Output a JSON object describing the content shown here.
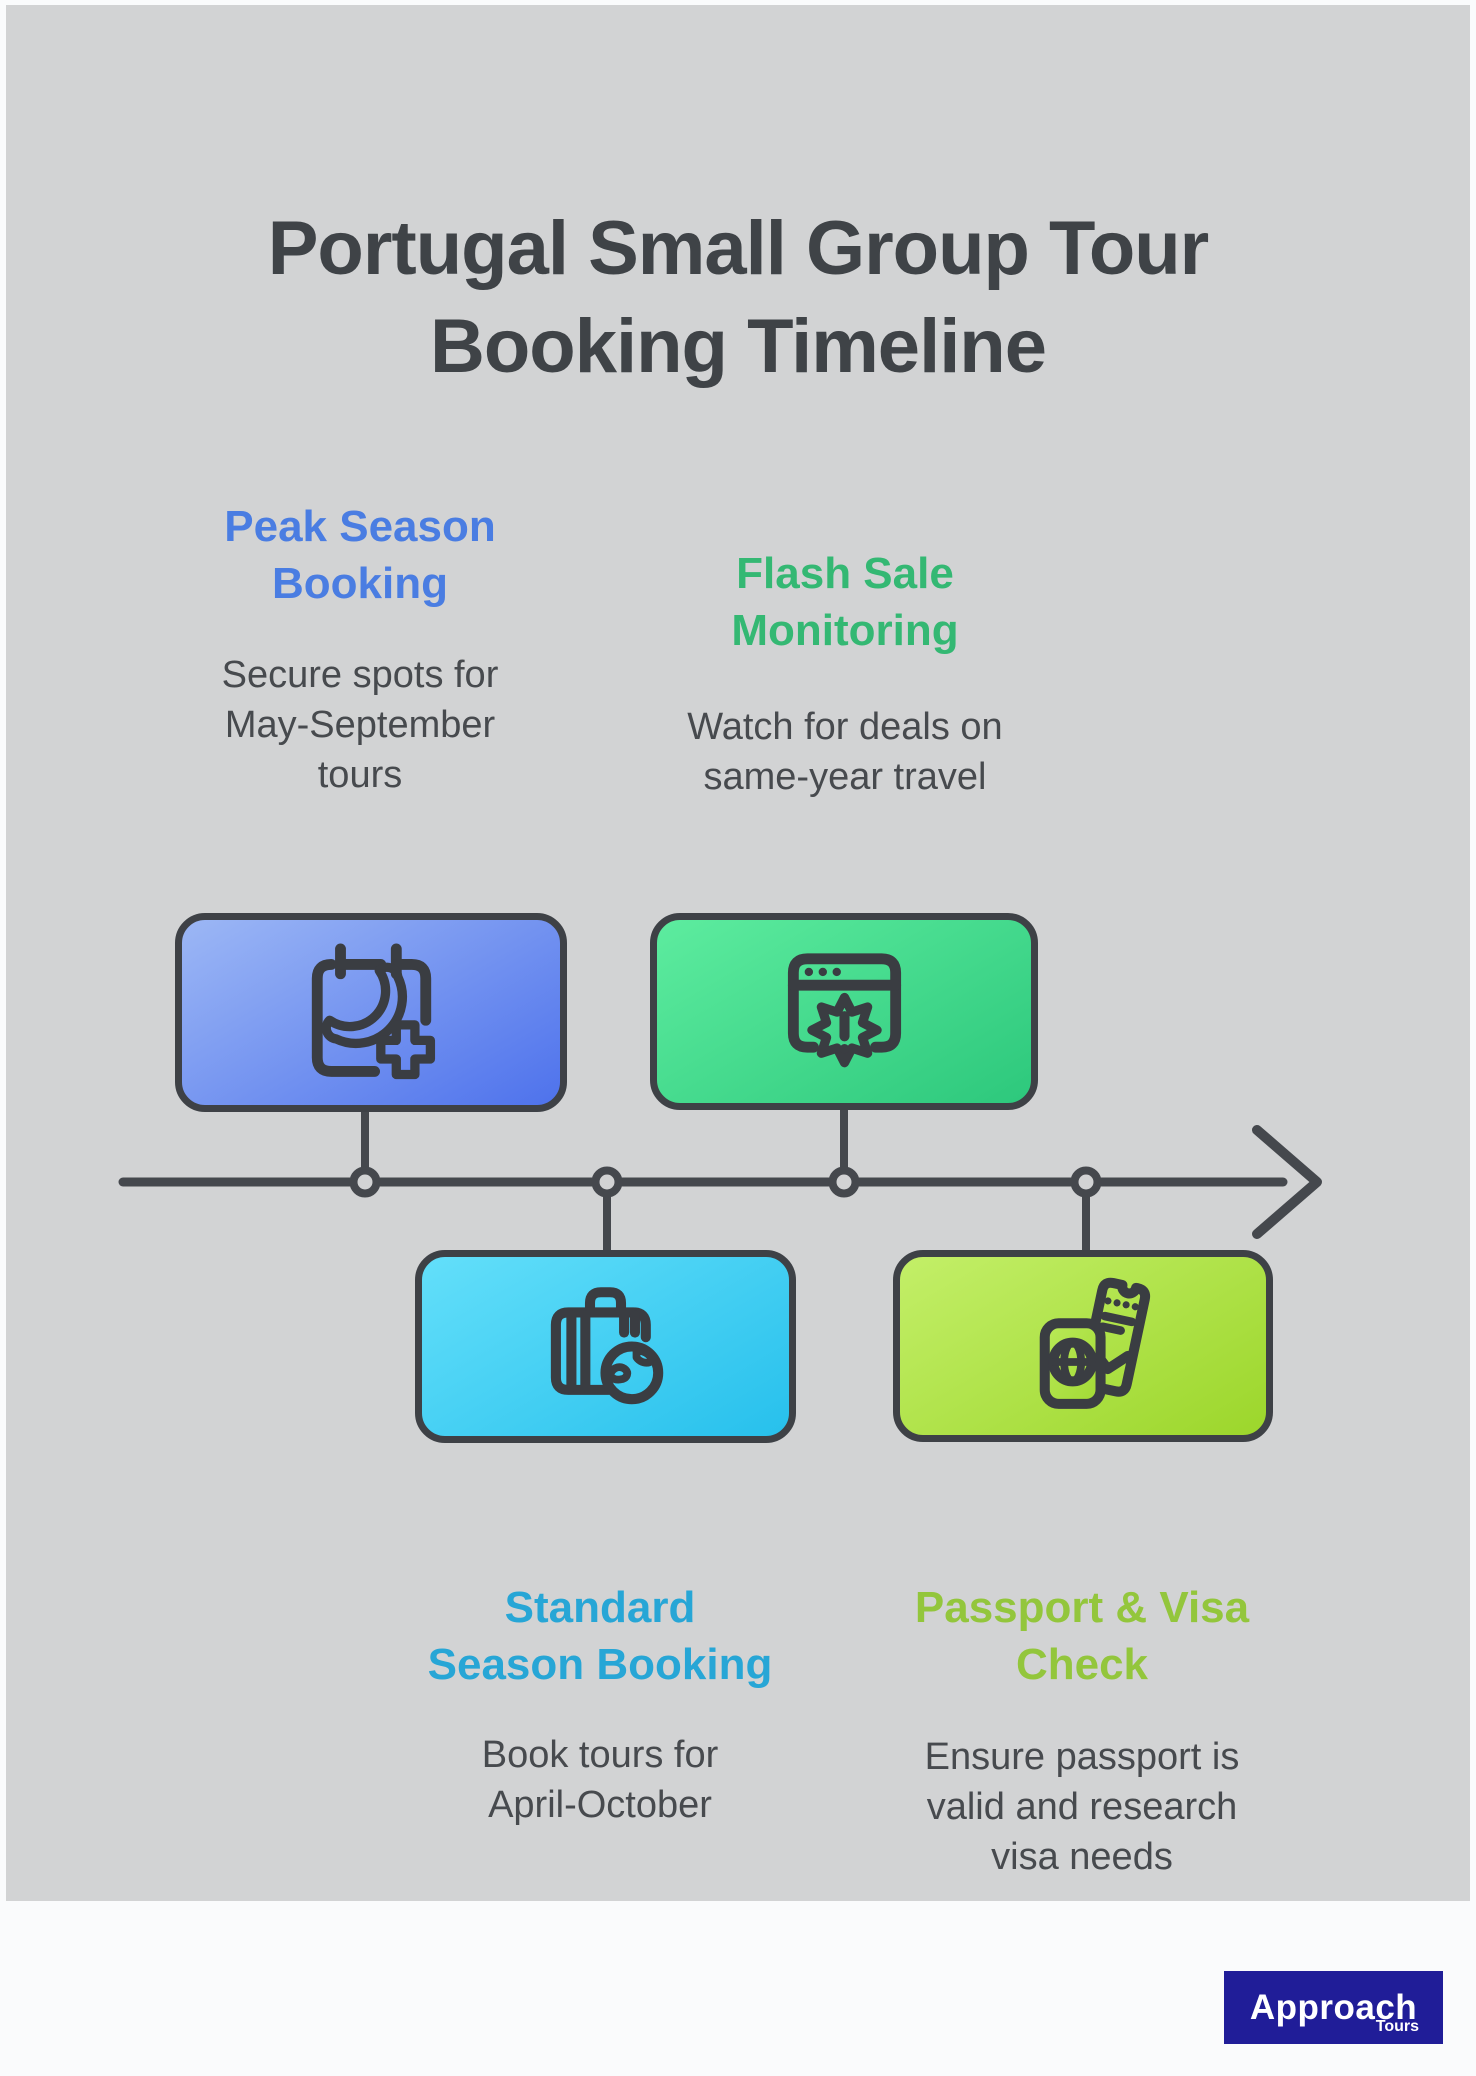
{
  "page": {
    "background": "#fafbfc",
    "canvas_color": "#d2d3d4"
  },
  "title": {
    "lines": [
      "Portugal Small Group Tour",
      "Booking Timeline"
    ],
    "color": "#3f4347"
  },
  "steps": [
    {
      "name": "peak-season-booking",
      "heading_lines": [
        "Peak Season",
        "Booking"
      ],
      "desc_lines": [
        "Secure spots for",
        "May-September",
        "tours"
      ],
      "heading_color": "#4a7de2",
      "icon": "calendar-phone-plus-icon",
      "card_gradient": [
        "#9cb7f5",
        "#4e72ec"
      ],
      "position": "above-timeline"
    },
    {
      "name": "flash-sale-monitoring",
      "heading_lines": [
        "Flash Sale",
        "Monitoring"
      ],
      "desc_lines": [
        "Watch for deals on",
        "same-year travel"
      ],
      "heading_color": "#34b873",
      "icon": "browser-alert-icon",
      "card_gradient": [
        "#5dec9f",
        "#2dc87c"
      ],
      "position": "above-timeline"
    },
    {
      "name": "standard-season-booking",
      "heading_lines": [
        "Standard",
        "Season Booking"
      ],
      "desc_lines": [
        "Book tours for",
        "April-October"
      ],
      "heading_color": "#27a6d6",
      "icon": "suitcase-globe-icon",
      "card_gradient": [
        "#63dffa",
        "#27c0ec"
      ],
      "position": "below-timeline"
    },
    {
      "name": "passport-visa-check",
      "heading_lines": [
        "Passport & Visa",
        "Check"
      ],
      "desc_lines": [
        "Ensure passport is",
        "valid and research",
        "visa needs"
      ],
      "heading_color": "#93c63c",
      "icon": "passport-ticket-icon",
      "card_gradient": [
        "#c3ef68",
        "#9cd62b"
      ],
      "position": "below-timeline"
    }
  ],
  "timeline": {
    "color": "#45484d",
    "node_count": 4
  },
  "footer": {
    "brand": "Approach",
    "brand_sub": "Tours",
    "logo_background": "#201d98",
    "text_color": "#ffffff"
  }
}
